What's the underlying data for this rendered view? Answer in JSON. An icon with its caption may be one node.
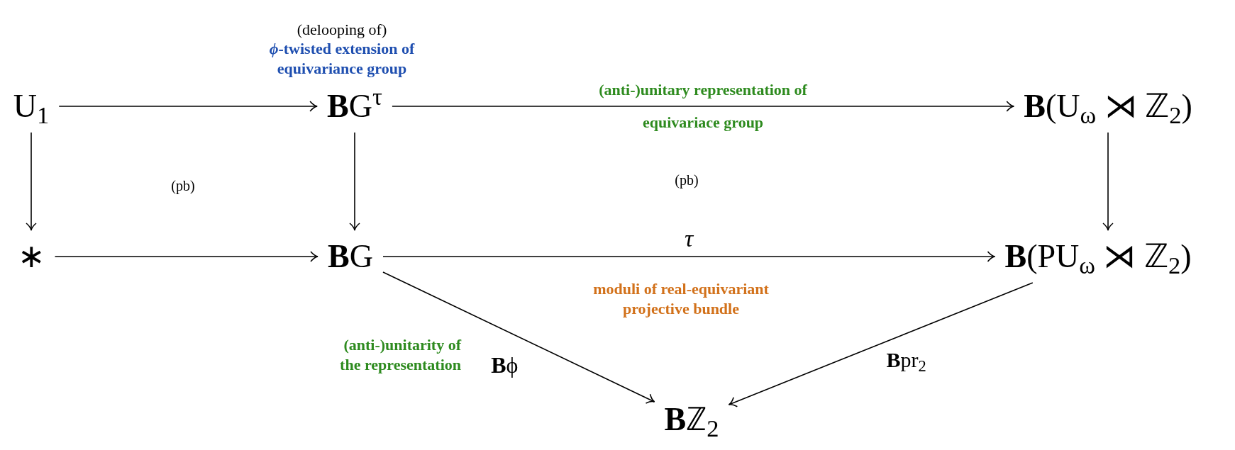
{
  "diagram": {
    "nodes": [
      {
        "text": [
          "U$_{1}$"
        ]
      },
      {
        "text": [
          "**B**G$^{τ}$"
        ],
        "beside": [
          "(delooping of)",
          "*ϕ*-twisted extension of equivariance group"
        ]
      },
      {
        "text": [
          "**B**(U$_{ω}$ ⋊ ℤ$_{2}$)"
        ]
      },
      {
        "text": [
          "∗"
        ]
      },
      {
        "text": [
          "**B**G"
        ]
      },
      {
        "text": [
          "**B**(PU$_{ω}$ ⋊ ℤ$_{2}$)"
        ]
      },
      {
        "text": [
          "**B**ℤ$_{2}$"
        ]
      }
    ],
    "edges": [
      {
        "from": 0,
        "to": 1,
        "arrow": "to"
      },
      {
        "from": 1,
        "to": 2,
        "arrow": "to",
        "label": "(anti-)unitary representation of equivariace group"
      },
      {
        "from": 0,
        "to": 3,
        "arrow": "to"
      },
      {
        "from": 1,
        "to": 4,
        "arrow": "to"
      },
      {
        "from": 2,
        "to": 5,
        "arrow": "to"
      },
      {
        "from": 3,
        "to": 4,
        "arrow": "to"
      },
      {
        "from": 4,
        "to": 5,
        "arrow": "to",
        "label": "*τ*"
      },
      {
        "from": 4,
        "to": 6,
        "arrow": "to",
        "label": "**B**ϕ"
      },
      {
        "from": 5,
        "to": 6,
        "arrow": "to",
        "label": "**B**pr$_{2}$"
      }
    ],
    "labels": [
      "(pb)",
      "(pb)",
      "moduli of real-equivariant projective bundle",
      "(anti-)unitarity of the representation"
    ]
  }
}
